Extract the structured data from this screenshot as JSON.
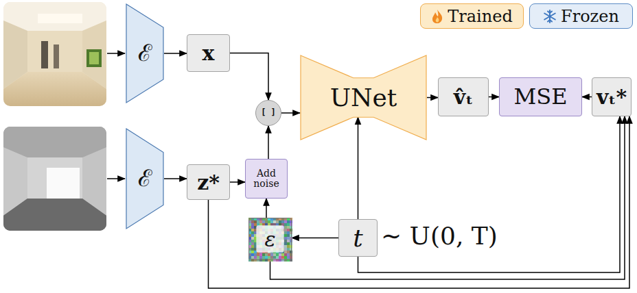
{
  "diagram": {
    "nodes": [
      {
        "text": [
          "ℰ"
        ]
      },
      {
        "text": [
          "x"
        ]
      },
      {
        "text": [
          "[ ]"
        ]
      },
      {
        "text": [
          "UNet"
        ]
      },
      {
        "text": [
          "v̂ₜ"
        ]
      },
      {
        "text": [
          "MSE"
        ]
      },
      {
        "text": [
          "vₜ*"
        ]
      },
      {
        "text": [
          "ℰ"
        ]
      },
      {
        "text": [
          "z*"
        ]
      },
      {
        "text": [
          "Add noise"
        ]
      },
      {
        "text": [
          "ε"
        ]
      },
      {
        "text": [
          "t"
        ]
      }
    ],
    "edges": [
      {
        "from": 0,
        "to": 1,
        "arrow": "to"
      },
      {
        "from": 1,
        "to": 2,
        "arrow": "to"
      },
      {
        "from": 2,
        "to": 3,
        "arrow": "to"
      },
      {
        "from": 3,
        "to": 4,
        "arrow": "to"
      },
      {
        "from": 4,
        "to": 5,
        "arrow": "to"
      },
      {
        "from": 6,
        "to": 5,
        "arrow": "to"
      },
      {
        "from": 7,
        "to": 8,
        "arrow": "to"
      },
      {
        "from": 8,
        "to": 9,
        "arrow": "to"
      },
      {
        "from": 9,
        "to": 2,
        "arrow": "to"
      },
      {
        "from": 10,
        "to": 9,
        "arrow": "to"
      },
      {
        "from": 11,
        "to": 10,
        "arrow": "to"
      },
      {
        "from": 11,
        "to": 3,
        "arrow": "to"
      },
      {
        "from": 11,
        "to": 6,
        "arrow": "to"
      },
      {
        "from": 10,
        "to": 6,
        "arrow": "to"
      },
      {
        "from": 8,
        "to": 6,
        "arrow": "to"
      }
    ],
    "labels": [
      "∼ U(0, T)"
    ],
    "legend": [
      {
        "text": "Trained",
        "color": "#fdebc8"
      },
      {
        "text": "Frozen",
        "color": "#e4edf8"
      }
    ]
  }
}
